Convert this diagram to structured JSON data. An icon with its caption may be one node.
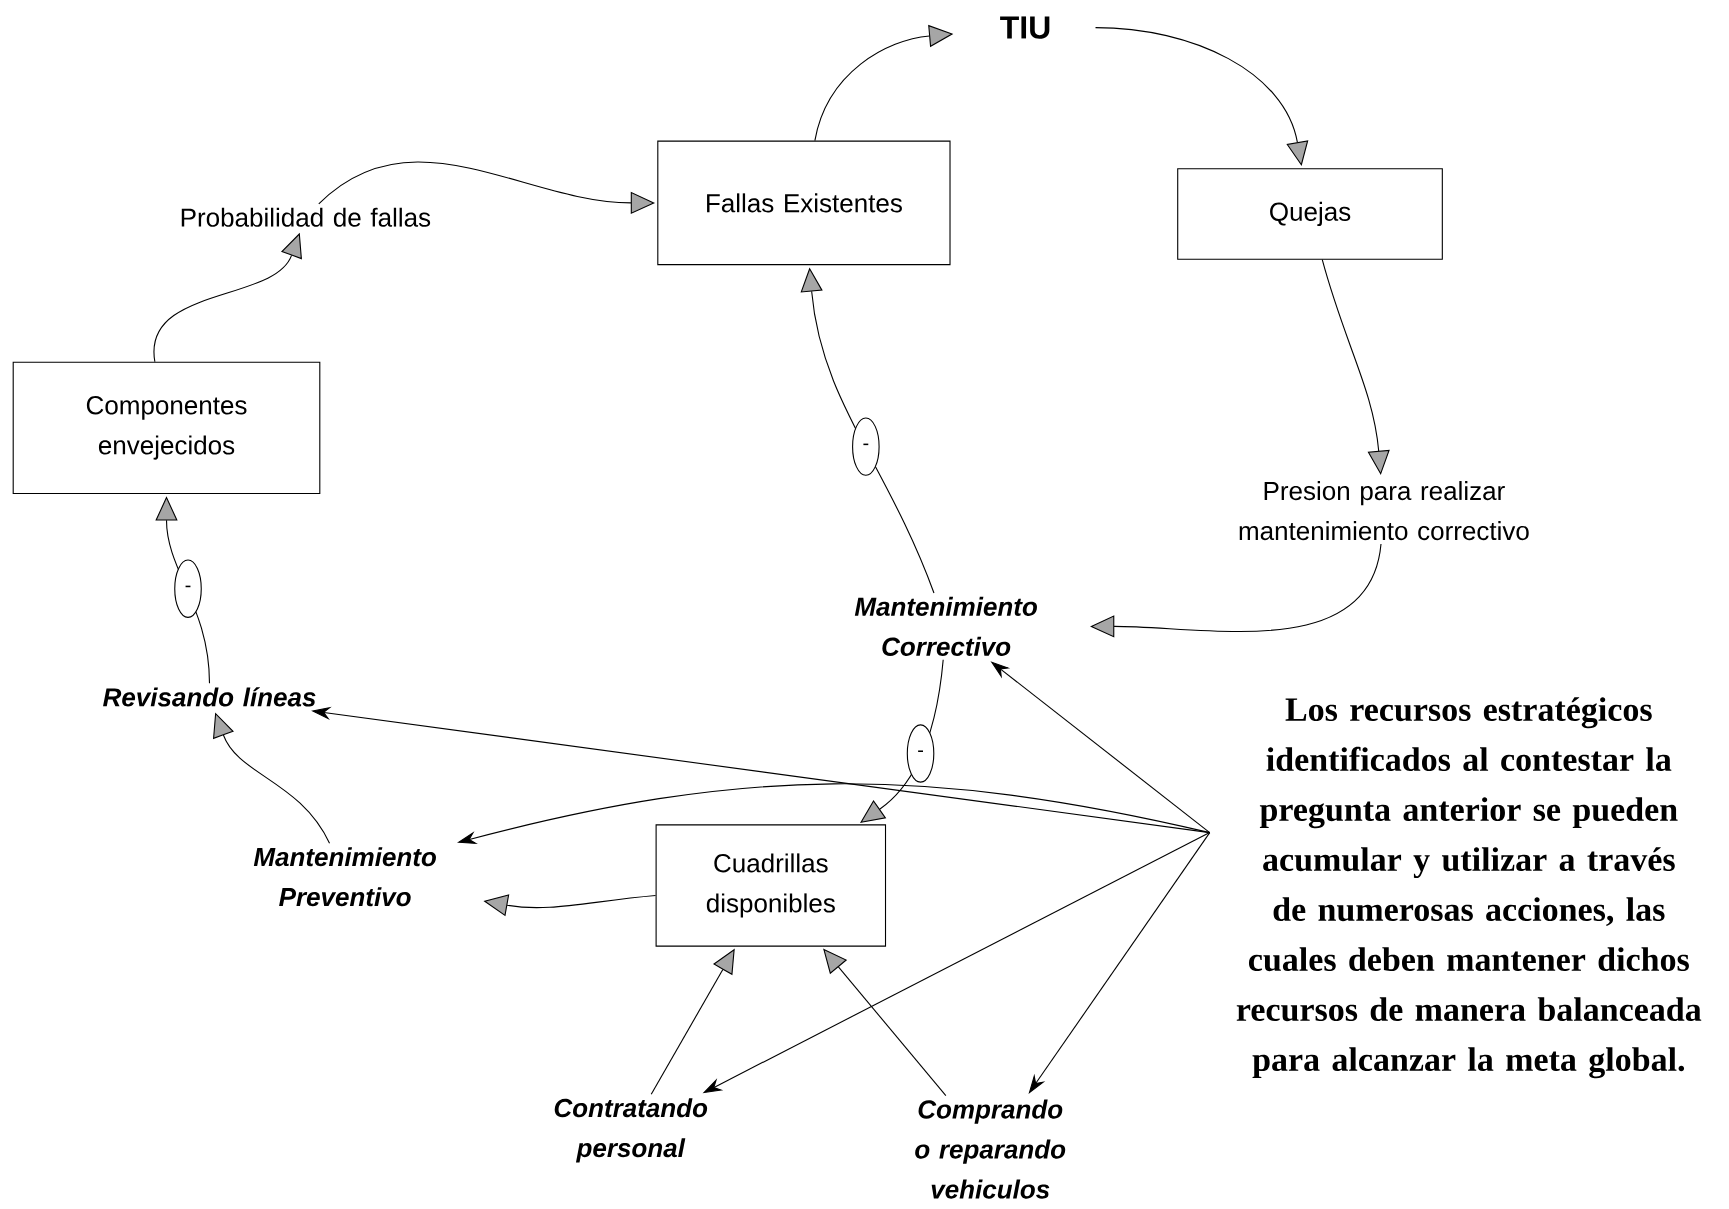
{
  "diagram": {
    "nodes": [
      {
        "text": [
          "TIU"
        ]
      },
      {
        "text": [
          "Fallas Existentes"
        ]
      },
      {
        "text": [
          "Quejas"
        ]
      },
      {
        "text": [
          "Presion para realizar mantenimiento correctivo"
        ]
      },
      {
        "text": [
          "Mantenimiento Correctivo"
        ]
      },
      {
        "text": [
          "Cuadrillas disponibles"
        ]
      },
      {
        "text": [
          "Mantenimiento Preventivo"
        ]
      },
      {
        "text": [
          "Revisando líneas"
        ]
      },
      {
        "text": [
          "Componentes envejecidos"
        ]
      },
      {
        "text": [
          "Probabilidad de fallas"
        ]
      },
      {
        "text": [
          "Contratando personal"
        ]
      },
      {
        "text": [
          "Comprando o reparando vehiculos"
        ]
      },
      {
        "text": [
          "Los recursos estratégicos identificados al contestar la pregunta anterior se pueden acumular y utilizar a través de numerosas acciones, las cuales deben mantener dichos recursos de manera balanceada para alcanzar la meta global."
        ]
      }
    ],
    "edges": [
      {
        "from": 1,
        "to": 0,
        "arrow": "to"
      },
      {
        "from": 0,
        "to": 2,
        "arrow": "to"
      },
      {
        "from": 2,
        "to": 3,
        "arrow": "to"
      },
      {
        "from": 3,
        "to": 4,
        "arrow": "to"
      },
      {
        "from": 4,
        "to": 1,
        "arrow": "to",
        "label": "-"
      },
      {
        "from": 4,
        "to": 5,
        "arrow": "to",
        "label": "-"
      },
      {
        "from": 5,
        "to": 6,
        "arrow": "to"
      },
      {
        "from": 6,
        "to": 7,
        "arrow": "to"
      },
      {
        "from": 7,
        "to": 8,
        "arrow": "to",
        "label": "-"
      },
      {
        "from": 8,
        "to": 9,
        "arrow": "to"
      },
      {
        "from": 9,
        "to": 1,
        "arrow": "to"
      },
      {
        "from": 10,
        "to": 5,
        "arrow": "to"
      },
      {
        "from": 11,
        "to": 5,
        "arrow": "to"
      },
      {
        "from": 12,
        "to": 7,
        "arrow": "to"
      },
      {
        "from": 12,
        "to": 4,
        "arrow": "to"
      },
      {
        "from": 12,
        "to": 6,
        "arrow": "to"
      },
      {
        "from": 12,
        "to": 10,
        "arrow": "to"
      },
      {
        "from": 12,
        "to": 11,
        "arrow": "to"
      }
    ]
  }
}
